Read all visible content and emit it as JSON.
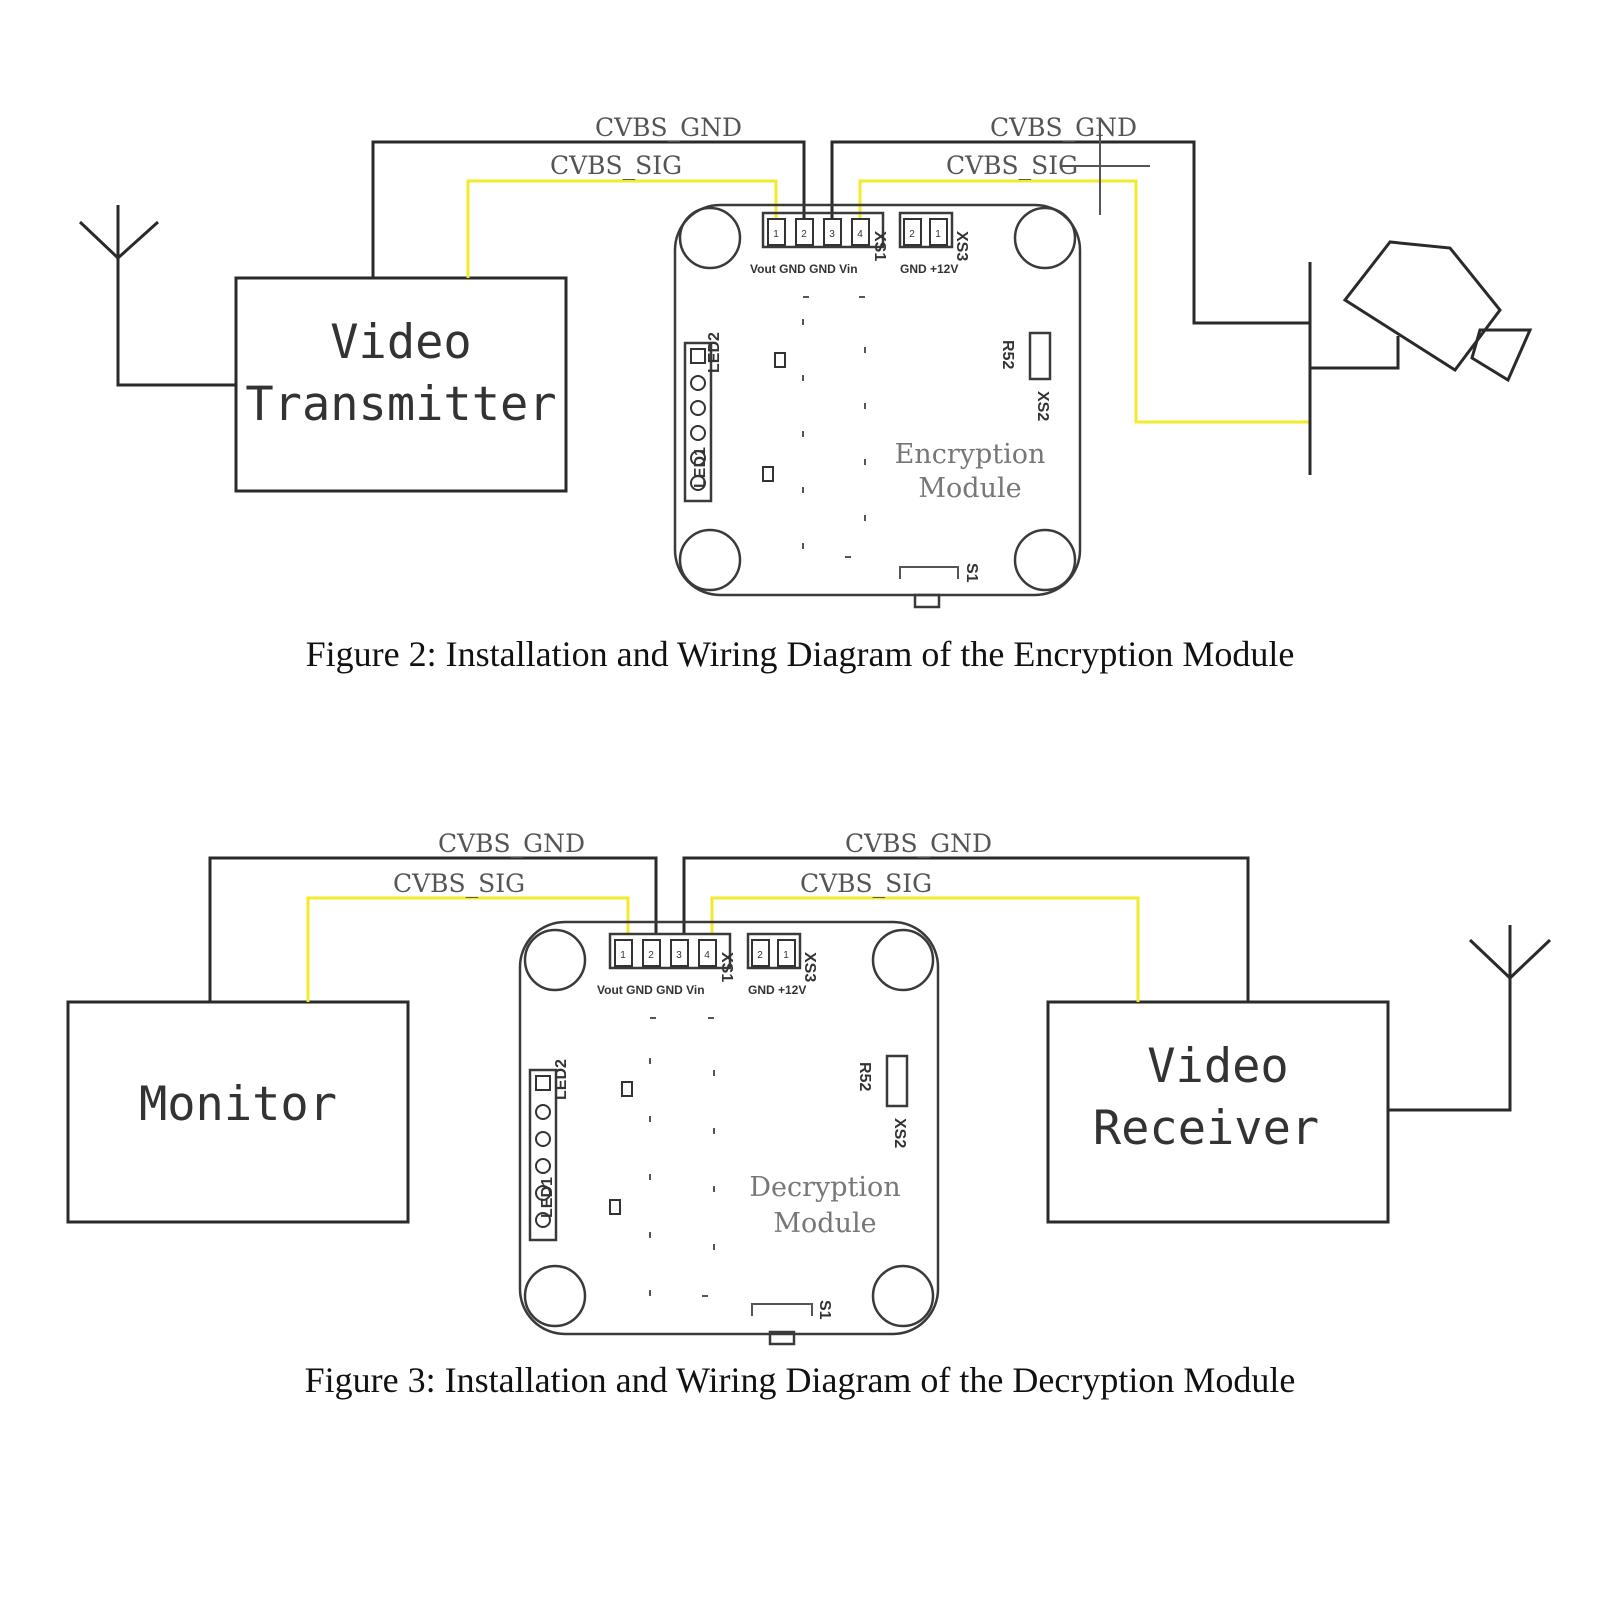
{
  "colors": {
    "wire": "#2a2a2a",
    "signal": "#f2ea2c",
    "background": "#ffffff"
  },
  "figure2": {
    "caption": "Figure 2: Installation and Wiring Diagram of the Encryption Module",
    "left_gnd_label": "CVBS_GND",
    "left_sig_label": "CVBS_SIG",
    "right_gnd_label": "CVBS_GND",
    "right_sig_label": "CVBS_SIG",
    "device_box": {
      "line1": "Video",
      "line2": "Transmitter"
    },
    "module": {
      "line1": "Encryption",
      "line2": "Module"
    },
    "camera_icon": "video-camera-icon",
    "antenna_icon": "antenna-icon"
  },
  "figure3": {
    "caption": "Figure 3: Installation and Wiring Diagram of the Decryption Module",
    "left_gnd_label": "CVBS_GND",
    "left_sig_label": "CVBS_SIG",
    "right_gnd_label": "CVBS_GND",
    "right_sig_label": "CVBS_SIG",
    "left_box": {
      "line1": "Monitor"
    },
    "right_box": {
      "line1": "Video",
      "line2": "Receiver"
    },
    "module": {
      "line1": "Decryption",
      "line2": "Module"
    },
    "antenna_icon": "antenna-icon"
  },
  "board": {
    "xs1": "XS1",
    "xs2": "XS2",
    "xs3": "XS3",
    "s1": "S1",
    "led1": "LED1",
    "led2": "LED2",
    "r52": "R52",
    "xs1_pins": [
      "1",
      "2",
      "3",
      "4"
    ],
    "xs3_pins": [
      "2",
      "1"
    ],
    "xs1_pin_labels": "Vout GND GND Vin",
    "xs3_pin_labels": "GND +12V"
  }
}
